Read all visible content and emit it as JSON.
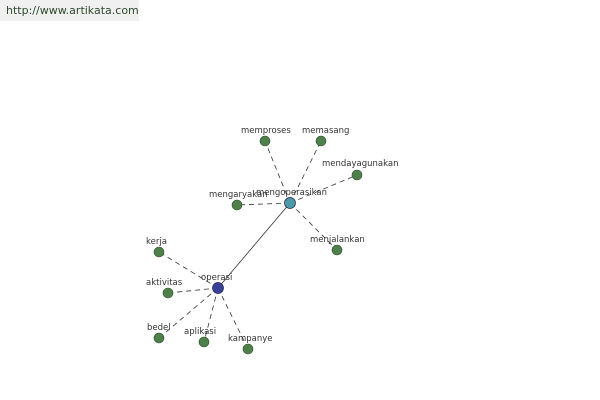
{
  "source_url": "http://www.artikata.com",
  "colors": {
    "hub_main": "#3a3f99",
    "hub_secondary": "#4a9aaa",
    "leaf": "#4f7f4a",
    "edge": "#333333",
    "label": "#333333"
  },
  "graph": {
    "hubs": [
      {
        "id": "operasi",
        "label": "operasi"
      },
      {
        "id": "mengoperasikan",
        "label": "mengoperasikan"
      }
    ],
    "leaves": [
      {
        "id": "kerja",
        "label": "kerja",
        "hub": "operasi"
      },
      {
        "id": "aktivitas",
        "label": "aktivitas",
        "hub": "operasi"
      },
      {
        "id": "bedel",
        "label": "bedel",
        "hub": "operasi"
      },
      {
        "id": "aplikasi",
        "label": "aplikasi",
        "hub": "operasi"
      },
      {
        "id": "kampanye",
        "label": "kampanye",
        "hub": "operasi"
      },
      {
        "id": "memproses",
        "label": "memproses",
        "hub": "mengoperasikan"
      },
      {
        "id": "memasang",
        "label": "memasang",
        "hub": "mengoperasikan"
      },
      {
        "id": "mendayagunakan",
        "label": "mendayagunakan",
        "hub": "mengoperasikan"
      },
      {
        "id": "mengaryakan",
        "label": "mengaryakan",
        "hub": "mengoperasikan"
      },
      {
        "id": "menjalankan",
        "label": "menjalankan",
        "hub": "mengoperasikan"
      }
    ],
    "hub_link": [
      "operasi",
      "mengoperasikan"
    ]
  }
}
